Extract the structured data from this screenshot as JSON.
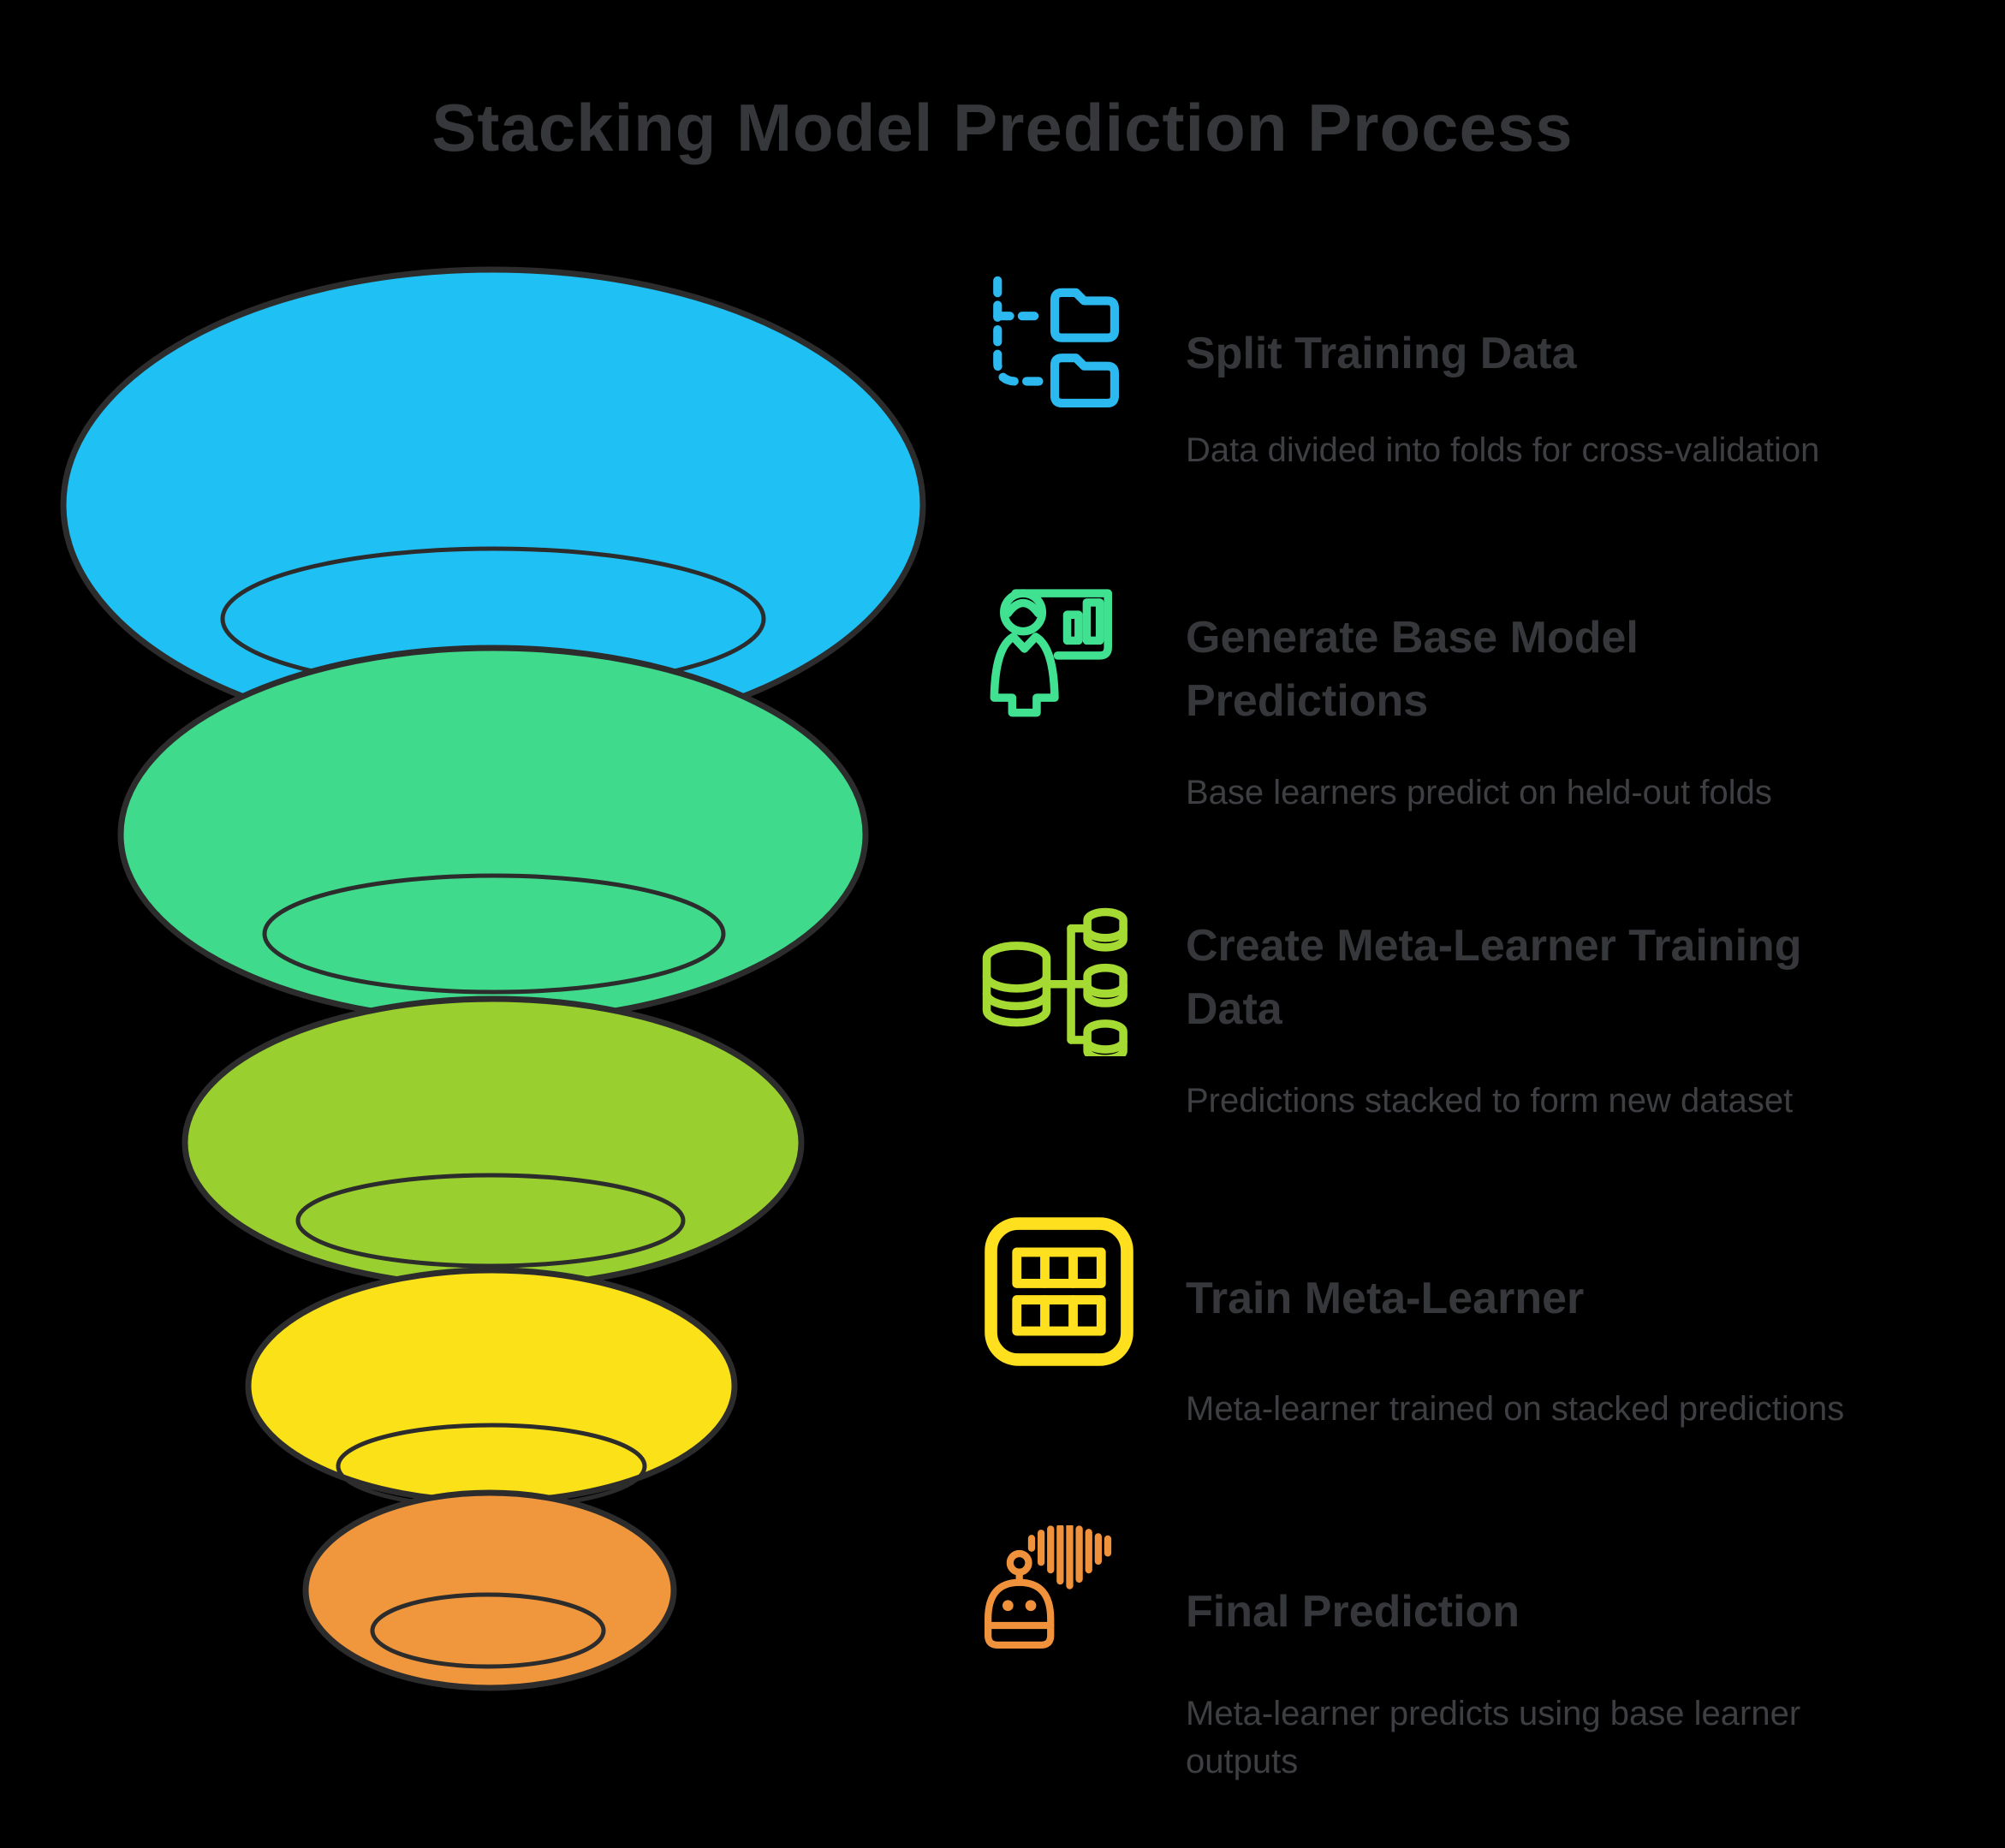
{
  "title": "Stacking Model Prediction Process",
  "colors": {
    "background": "#000000",
    "outline": "#2c2c2c",
    "title_text": "#35373a",
    "subtitle_text": "#3d3f42"
  },
  "funnel": {
    "levels": [
      {
        "name": "split-training-data",
        "color": "#1FC0F4"
      },
      {
        "name": "generate-base-predictions",
        "color": "#3FDA8C"
      },
      {
        "name": "create-meta-training-data",
        "color": "#99CF2E"
      },
      {
        "name": "train-meta-learner",
        "color": "#FBE118"
      },
      {
        "name": "final-prediction",
        "color": "#F0963C"
      }
    ]
  },
  "steps": [
    {
      "icon": "folder-tree-icon",
      "color": "#2CB9F0",
      "title": "Split Training Data",
      "subtitle": "Data divided into folds for cross-validation"
    },
    {
      "icon": "person-presenting-chart-icon",
      "color": "#40E291",
      "title": "Generate Base Model\nPredictions",
      "subtitle": "Base learners predict on held-out folds"
    },
    {
      "icon": "database-branch-icon",
      "color": "#A5DA33",
      "title": "Create Meta-Learner Training\nData",
      "subtitle": "Predictions stacked to form new dataset"
    },
    {
      "icon": "table-grid-icon",
      "color": "#FFE01E",
      "title": "Train Meta-Learner",
      "subtitle": "Meta-learner trained on stacked predictions"
    },
    {
      "icon": "robot-voice-icon",
      "color": "#F0923B",
      "title": "Final Prediction",
      "subtitle": "Meta-learner predicts using base learner\noutputs"
    }
  ]
}
